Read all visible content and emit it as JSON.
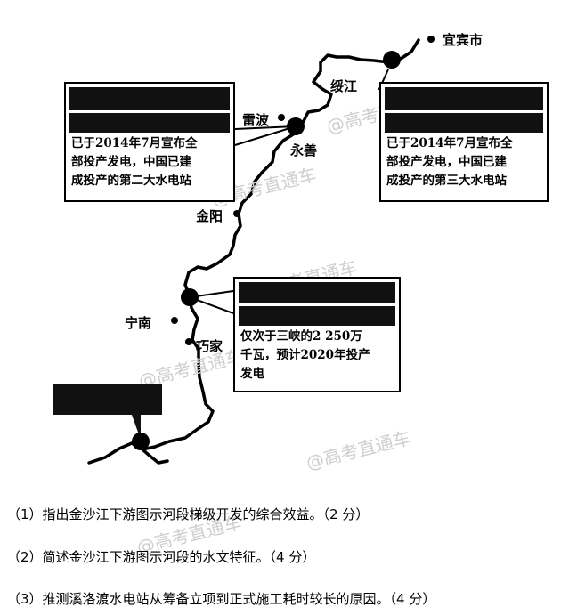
{
  "map": {
    "places": {
      "yibin": "宜宾市",
      "suijiang": "绥江",
      "leibo": "雷波",
      "yongshan": "永善",
      "jinyang": "金阳",
      "ningnan": "宁南",
      "qiaojia": "巧家"
    },
    "callouts": {
      "xiluodu": "已于2014年7月宣布全\n部投产发电，中国已建\n成投产的第二大水电站",
      "xiangjiaba": "已于2014年7月宣布全\n部投产发电，中国已建\n成投产的第三大水电站",
      "baihetan": "仅次于三峡的2 250万\n千瓦，预计2020年投产\n发电"
    },
    "watermark": "@高考直通车"
  },
  "questions": [
    "（1）指出金沙江下游图示河段梯级开发的综合效益。（2 分）",
    "（2）简述金沙江下游图示河段的水文特征。（4 分）",
    "（3）推测溪洛渡水电站从筹备立项到正式施工耗时较长的原因。（4 分）"
  ]
}
